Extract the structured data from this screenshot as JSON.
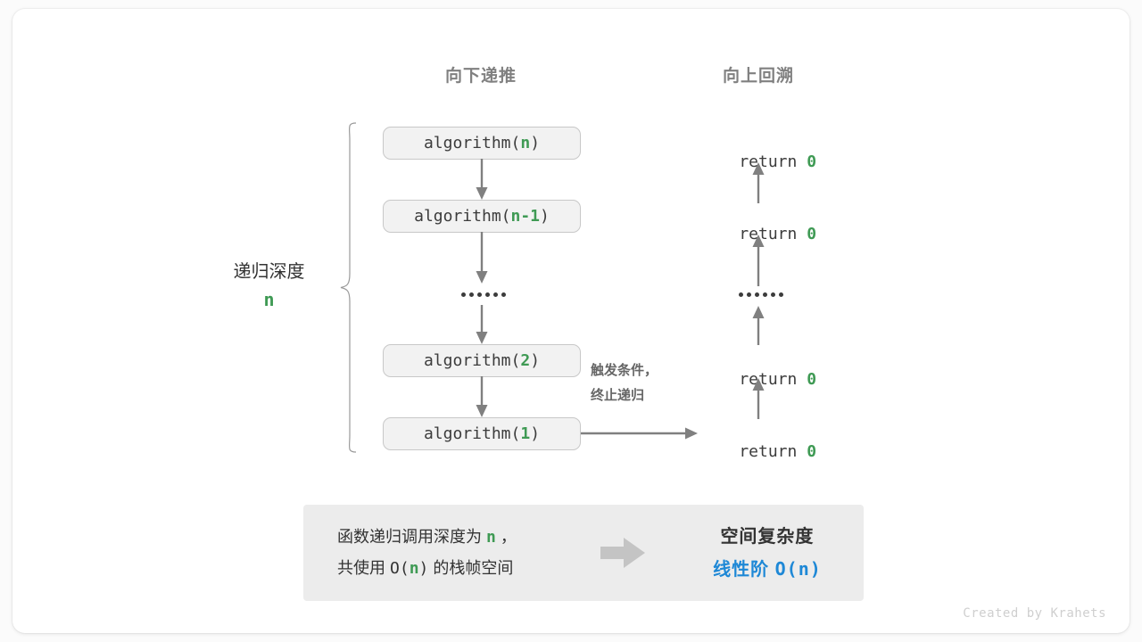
{
  "headers": {
    "left": "向下递推",
    "right": "向上回溯"
  },
  "depth": {
    "label": "递归深度",
    "value": "n"
  },
  "calls": [
    {
      "prefix": "algorithm(",
      "arg": "n",
      "suffix": ")"
    },
    {
      "prefix": "algorithm(",
      "arg": "n-1",
      "suffix": ")"
    },
    {
      "prefix": "algorithm(",
      "arg": "2",
      "suffix": ")"
    },
    {
      "prefix": "algorithm(",
      "arg": "1",
      "suffix": ")"
    }
  ],
  "returns": [
    {
      "text": "return ",
      "value": "0"
    },
    {
      "text": "return ",
      "value": "0"
    },
    {
      "text": "return ",
      "value": "0"
    },
    {
      "text": "return ",
      "value": "0"
    }
  ],
  "ellipsis_dot_count": 6,
  "note": {
    "line1": "触发条件，",
    "line2": "终止递归"
  },
  "summary": {
    "left_line1_a": "函数递归调用深度为 ",
    "left_line1_n": "n",
    "left_line1_b": " ，",
    "left_line2_a": "共使用 ",
    "left_line2_o": "O(",
    "left_line2_n": "n",
    "left_line2_c": ")",
    "left_line2_b": " 的栈帧空间",
    "right_title": "空间复杂度",
    "right_value_label": "线性阶 ",
    "right_value_mono": "O(n)"
  },
  "credit": "Created by Krahets",
  "colors": {
    "green": "#3f9a54",
    "blue": "#1e88d6",
    "gray_text": "#3c3c3c",
    "header_gray": "#808080",
    "box_fill": "#f2f2f2",
    "box_border": "#c8c8c8",
    "panel_fill": "#ececec",
    "arrow_gray": "#808080",
    "block_arrow": "#c4c4c4"
  }
}
